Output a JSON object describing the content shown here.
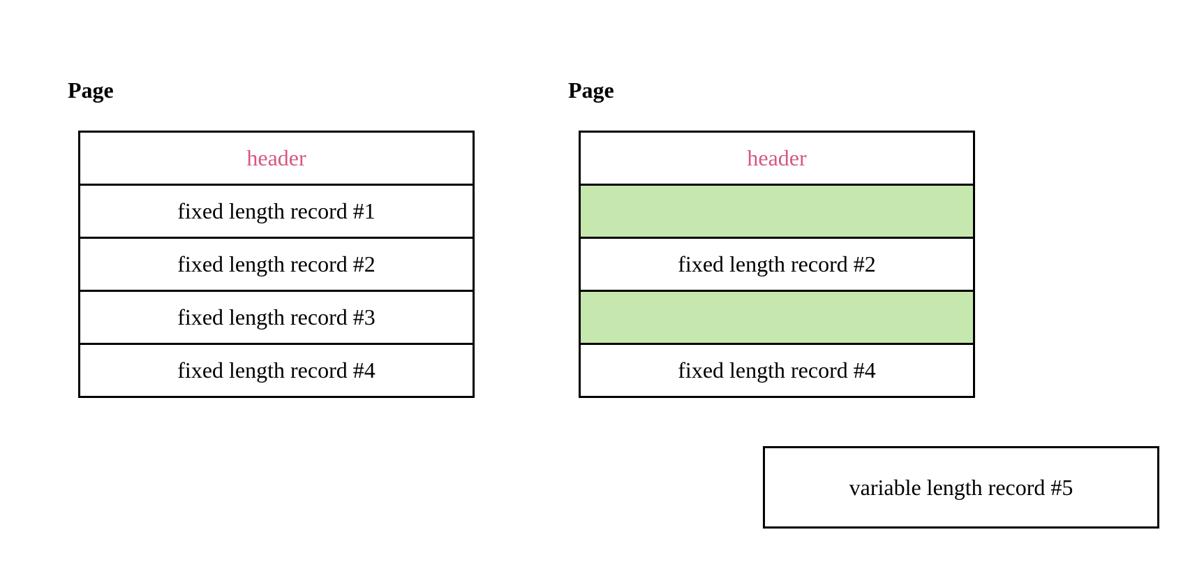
{
  "left_page": {
    "title": "Page",
    "header": "header",
    "records": [
      {
        "label": "fixed length record #1",
        "free": false
      },
      {
        "label": "fixed length record #2",
        "free": false
      },
      {
        "label": "fixed length record #3",
        "free": false
      },
      {
        "label": "fixed length record #4",
        "free": false
      }
    ]
  },
  "right_page": {
    "title": "Page",
    "header": "header",
    "records": [
      {
        "label": "",
        "free": true
      },
      {
        "label": "fixed length record #2",
        "free": false
      },
      {
        "label": "",
        "free": true
      },
      {
        "label": "fixed length record #4",
        "free": false
      }
    ]
  },
  "incoming_record": {
    "label": "variable length record #5"
  },
  "colors": {
    "header_text": "#d6587c",
    "free_slot": "#c6e8ae",
    "border": "#000000"
  }
}
